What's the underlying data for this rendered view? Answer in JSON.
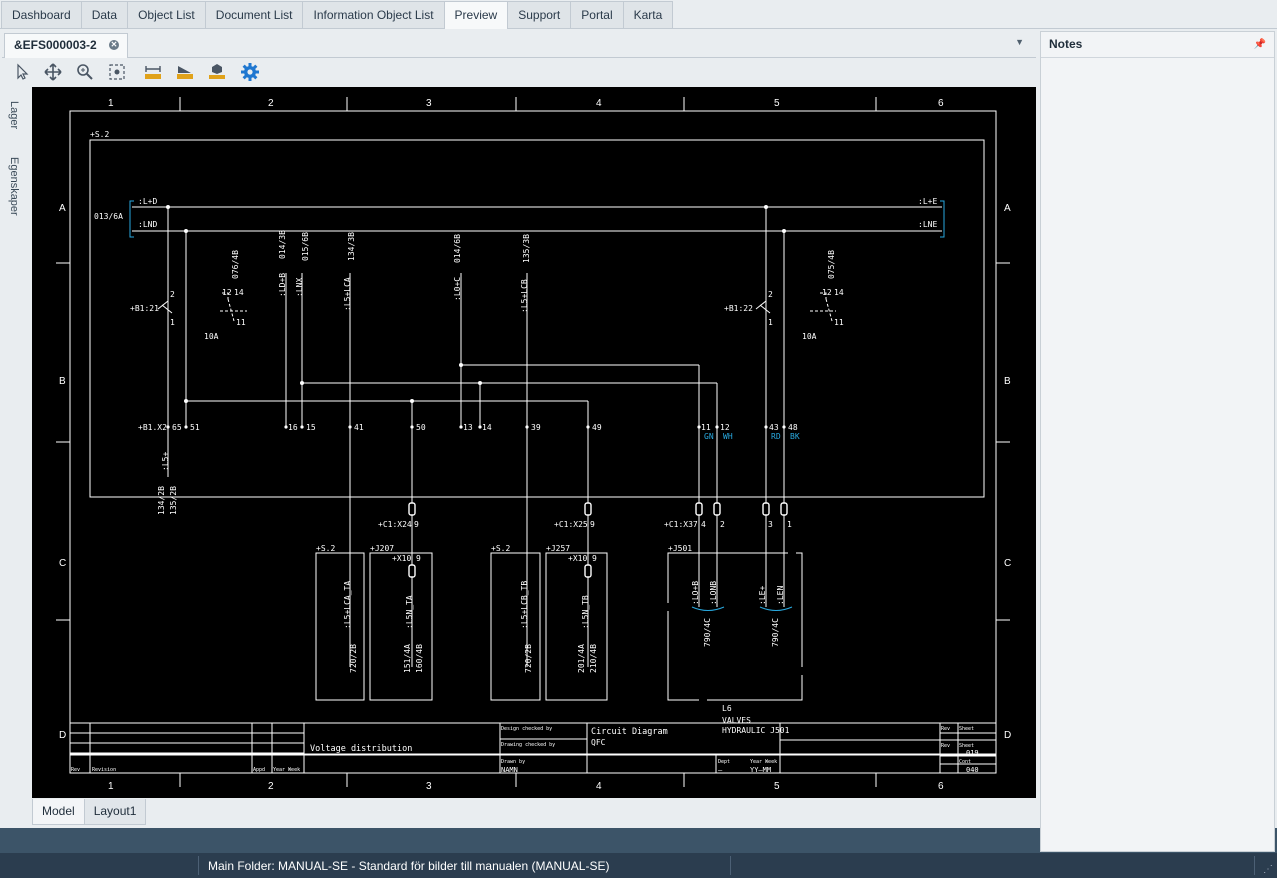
{
  "tabs": [
    "Dashboard",
    "Data",
    "Object List",
    "Document List",
    "Information Object List",
    "Preview",
    "Support",
    "Portal",
    "Karta"
  ],
  "active_tab": "Preview",
  "document_tab": {
    "title": "&EFS000003-2"
  },
  "side_tabs": [
    "Lager",
    "Egenskaper"
  ],
  "bottom_tabs": [
    "Model",
    "Layout1"
  ],
  "notes": {
    "title": "Notes"
  },
  "status": {
    "text": "Main Folder: MANUAL-SE - Standard för bilder till manualen (MANUAL-SE)"
  },
  "colors": {
    "accent": "#1f77d0",
    "cyan": "#29a9df",
    "status_bg": "#2b3d4f",
    "bar": "#3c5468"
  },
  "drawing": {
    "columns": [
      "1",
      "2",
      "3",
      "4",
      "5",
      "6"
    ],
    "rows": [
      "A",
      "B",
      "C",
      "D"
    ],
    "enclosure": "+S.2",
    "labels": {
      "l1": ":L+D",
      "l2": ":LND",
      "l1r": ":L+E",
      "l2r": ":LNE",
      "ref_left": "013/6A",
      "b121": "+B1:21",
      "b122": "+B1:22",
      "t2": "2",
      "t1": "1",
      "t12": "12",
      "t14": "14",
      "t11": "11",
      "amp": "10A",
      "ref076": "076/4B",
      "ref075": "075/4B",
      "v1": ":LD+B",
      "v1r": "014/3B",
      "v2": ":LNX",
      "v2r": "015/6B",
      "v3": ":L5+LCA",
      "v3r": "134/3B",
      "v4": ":L0+C",
      "v4r": "014/6B",
      "v5": ":L5+LCB",
      "v5r": "135/3B",
      "x2": "+B1.X2",
      "t65": "65",
      "t51": "51",
      "t16": "16",
      "t15": "15",
      "t41": "41",
      "t50": "50",
      "t13": "13",
      "t14b": "14",
      "t39": "39",
      "t49": "49",
      "t11b": "11",
      "t12b": "12",
      "t43": "43",
      "t48": "48",
      "gn": "GN",
      "wh": "WH",
      "rd": "RD",
      "bk": "BK",
      "l5": ":L5+",
      "r134": "134/2B",
      "r135": "135/2B",
      "c1x24": "+C1:X24",
      "c1x25": "+C1:X25",
      "c1x37": "+C1:X37",
      "n9": "9",
      "n4": "4",
      "n2": "2",
      "n3": "3",
      "n1": "1",
      "s2": "+S.2",
      "j207": "+J207",
      "j257": "+J257",
      "j501": "+J501",
      "x10": "+X10",
      "n9b": "9",
      "lca_ta": ":L5+LCA_TA",
      "r720a": "720/2B",
      "l5n_ta": ":L5N_TA",
      "r151": "151/4A",
      "r160": "160/4B",
      "lcb_tb": ":L5+LCB_TB",
      "r720b": "720/2B",
      "l5n_tb": ":L5N_TB",
      "r201": "201/4A",
      "r210": "210/4B",
      "loa": ":LO+B",
      "lonb": ":LONB",
      "r790a": "790/4C",
      "le": ":LE+",
      "len": ":LEN",
      "r790b": "790/4C",
      "l6": "L6",
      "valves": "VALVES",
      "hydraulic": "HYDRAULIC J501"
    },
    "title_block": {
      "rev": "Rev",
      "revision": "Revision",
      "appd": "Appd",
      "year": "Year Week",
      "title": "Voltage distribution",
      "design": "Design checked by",
      "drawing": "Drawing checked by",
      "drawn": "Drawn by",
      "drawn_name": "NAMN",
      "diagram": "Circuit Diagram",
      "qfc": "QFC",
      "dept": "Dept",
      "dept_value": "—",
      "year_week": "Year Week",
      "yy": "YY—MM",
      "rev_right": "Rev",
      "sheet": "Sheet",
      "sheet_no": "019",
      "cont": "Cont",
      "cont_no": "040"
    }
  }
}
